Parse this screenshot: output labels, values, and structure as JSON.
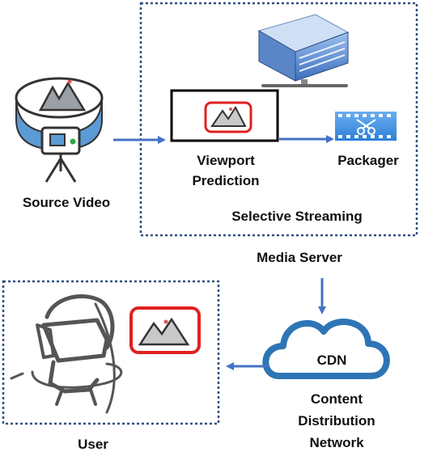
{
  "labels": {
    "source_video": "Source Video",
    "viewport_prediction_line1": "Viewport",
    "viewport_prediction_line2": "Prediction",
    "packager": "Packager",
    "selective_streaming": "Selective Streaming",
    "media_server": "Media Server",
    "cdn": "CDN",
    "cdn_full_line1": "Content",
    "cdn_full_line2": "Distribution",
    "cdn_full_line3": "Network",
    "user": "User"
  },
  "colors": {
    "arrow": "#4472c4",
    "dotted_border": "#2f4f7f",
    "highlight_frame": "#e02020",
    "cdn_cloud": "#2e75b6",
    "camera_blue": "#5b9bd5",
    "server_blue": "#4a7ec8"
  },
  "icons": [
    "camera-360-icon",
    "server-icon",
    "film-scissors-icon",
    "cloud-icon",
    "vr-headset-user-icon",
    "mountain-image-icon"
  ]
}
